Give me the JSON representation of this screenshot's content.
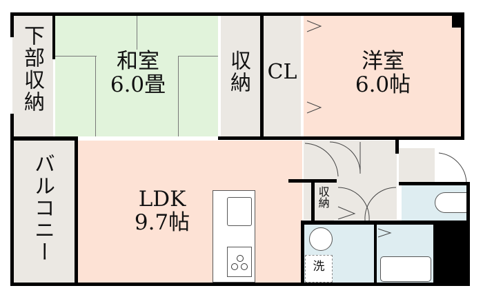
{
  "rooms": {
    "lower_storage": "下部収納",
    "washitsu": {
      "name": "和室",
      "size": "6.0畳"
    },
    "storage_1": "収納",
    "closet": "CL",
    "yoshitsu": {
      "name": "洋室",
      "size": "6.0帖"
    },
    "balcony": "バルコニー",
    "ldk": {
      "name": "LDK",
      "size": "9.7帖"
    },
    "storage_2": "収納",
    "washer": "洗"
  },
  "colors": {
    "tatami": "#e1f3db",
    "flooring": "#fde2d5",
    "storage": "#ebe8e3",
    "wet": "#deedf1",
    "wall": "#000000"
  }
}
